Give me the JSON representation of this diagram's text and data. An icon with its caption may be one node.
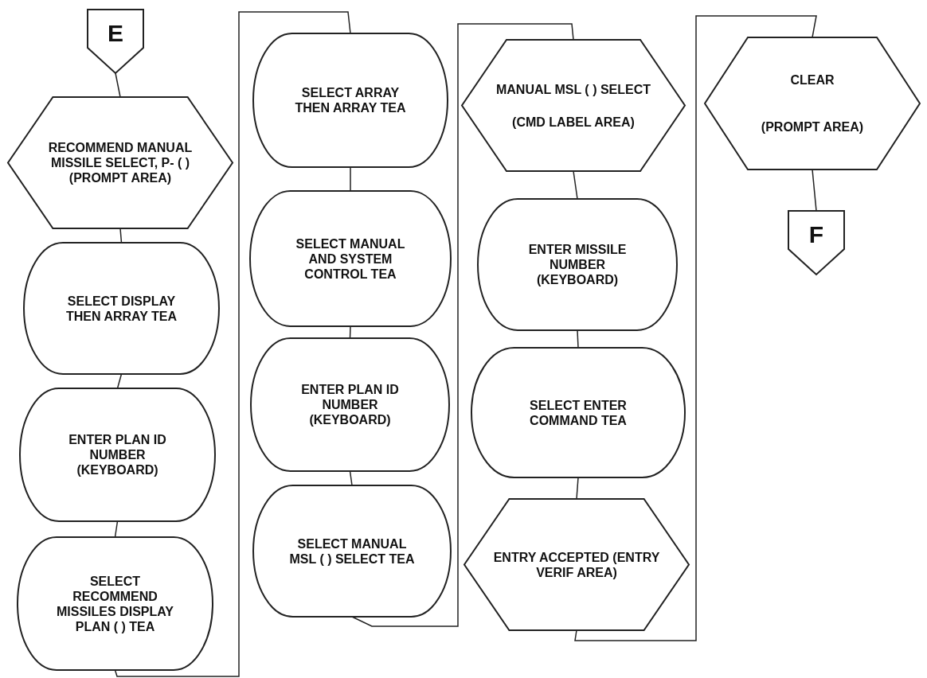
{
  "diagram": {
    "nodes": [
      {
        "text": [
          "E"
        ]
      },
      {
        "text": [
          "RECOMMEND MANUAL MISSILE SELECT, P- ( ) (PROMPT AREA)"
        ]
      },
      {
        "text": [
          "SELECT DISPLAY THEN ARRAY TEA"
        ]
      },
      {
        "text": [
          "ENTER PLAN ID NUMBER (KEYBOARD)"
        ]
      },
      {
        "text": [
          "SELECT RECOMMEND MISSILES DISPLAY PLAN ( ) TEA"
        ]
      },
      {
        "text": [
          "SELECT ARRAY THEN ARRAY TEA"
        ]
      },
      {
        "text": [
          "SELECT MANUAL AND SYSTEM CONTROL TEA"
        ]
      },
      {
        "text": [
          "ENTER PLAN ID NUMBER (KEYBOARD)"
        ]
      },
      {
        "text": [
          "SELECT MANUAL MSL ( ) SELECT TEA"
        ]
      },
      {
        "text": [
          "MANUAL MSL ( ) SELECT",
          "(CMD LABEL AREA)"
        ]
      },
      {
        "text": [
          "ENTER MISSILE NUMBER (KEYBOARD)"
        ]
      },
      {
        "text": [
          "SELECT ENTER COMMAND TEA"
        ]
      },
      {
        "text": [
          "ENTRY ACCEPTED (ENTRY VERIF AREA)"
        ]
      },
      {
        "text": [
          "CLEAR",
          "(PROMPT AREA)"
        ]
      },
      {
        "text": [
          "F"
        ]
      }
    ],
    "edges": [
      {
        "from": 0,
        "to": 1,
        "arrow": "none"
      },
      {
        "from": 1,
        "to": 2,
        "arrow": "none"
      },
      {
        "from": 2,
        "to": 3,
        "arrow": "none"
      },
      {
        "from": 3,
        "to": 4,
        "arrow": "none"
      },
      {
        "from": 4,
        "to": 5,
        "arrow": "none"
      },
      {
        "from": 5,
        "to": 6,
        "arrow": "none"
      },
      {
        "from": 6,
        "to": 7,
        "arrow": "none"
      },
      {
        "from": 7,
        "to": 8,
        "arrow": "none"
      },
      {
        "from": 8,
        "to": 9,
        "arrow": "none"
      },
      {
        "from": 9,
        "to": 10,
        "arrow": "none"
      },
      {
        "from": 10,
        "to": 11,
        "arrow": "none"
      },
      {
        "from": 11,
        "to": 12,
        "arrow": "none"
      },
      {
        "from": 12,
        "to": 13,
        "arrow": "none"
      },
      {
        "from": 13,
        "to": 14,
        "arrow": "none"
      }
    ]
  }
}
